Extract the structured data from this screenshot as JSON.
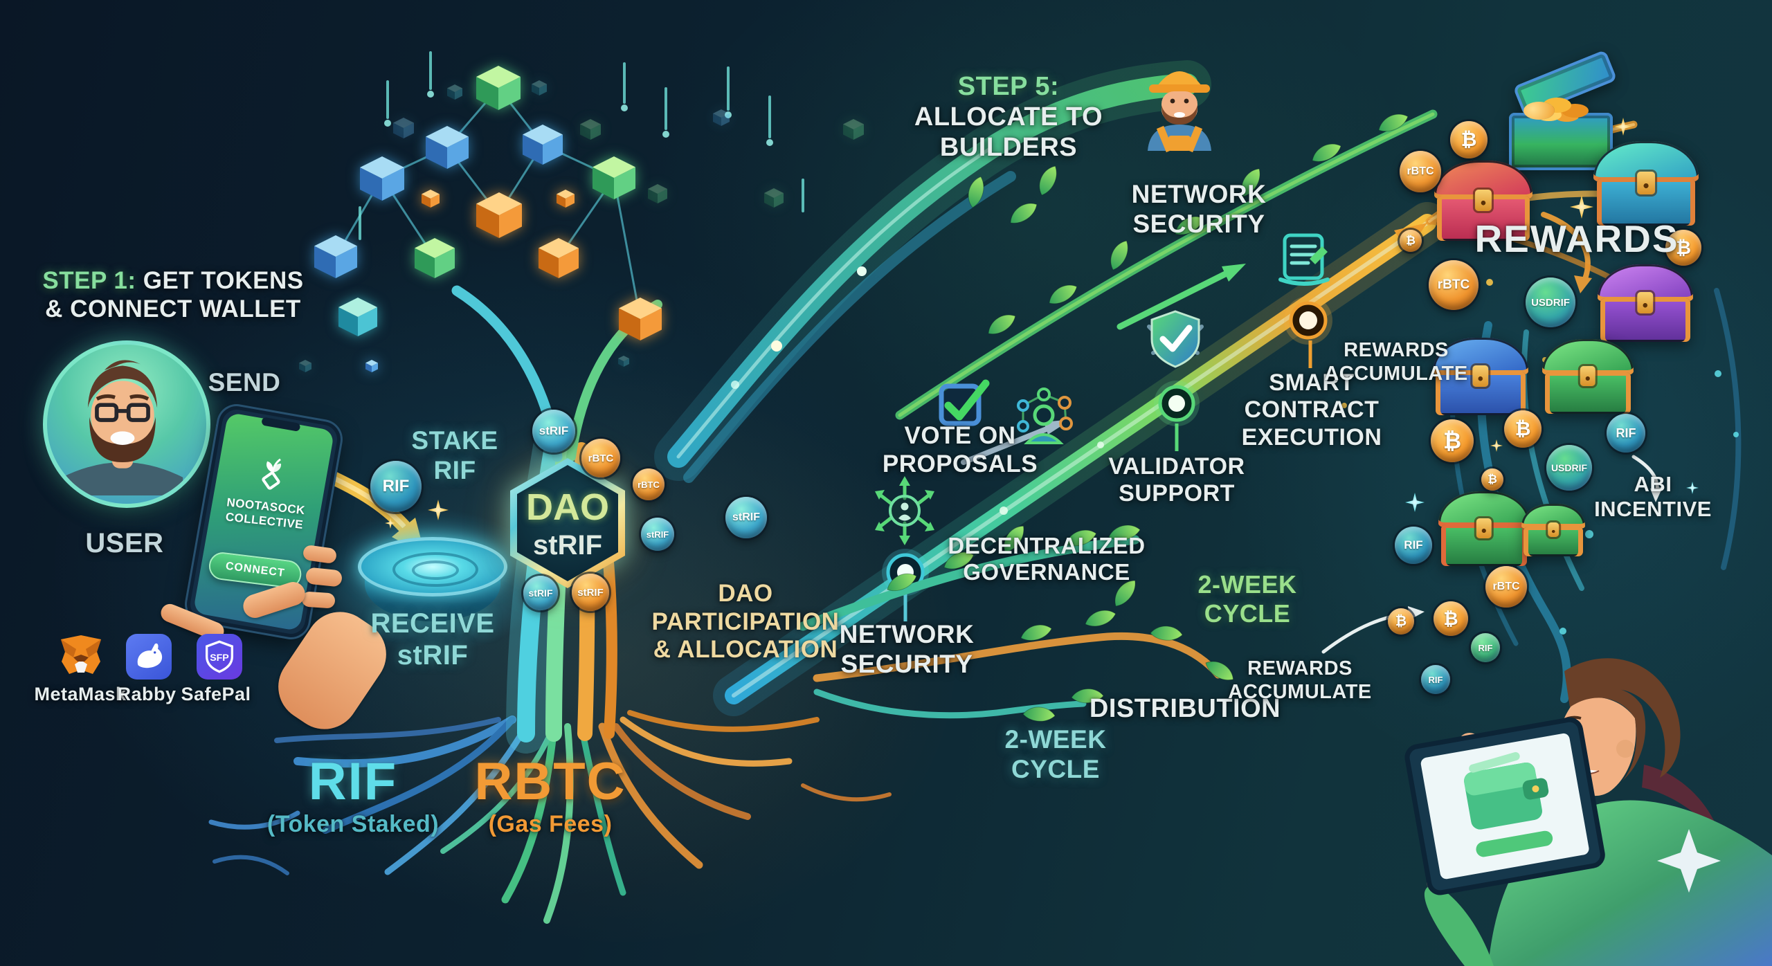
{
  "left": {
    "step1_highlight": "STEP 1:",
    "step1_rest": " GET TOKENS",
    "step1_line2": "& CONNECT WALLET",
    "send": "SEND",
    "user": "USER",
    "phone": {
      "line1": "NOOTASOCK",
      "line2": "COLLECTIVE",
      "connect": "CONNECT"
    },
    "wallets": [
      {
        "name": "MetaMask"
      },
      {
        "name": "Rabby"
      },
      {
        "name": "SafePal"
      }
    ]
  },
  "tree": {
    "stake_line1": "STAKE",
    "stake_line2": "RIF",
    "receive_line1": "RECEIVE",
    "receive_line2": "stRIF",
    "hex_line1": "DAO",
    "hex_line2": "stRIF",
    "root_left_title": "RIF",
    "root_left_sub": "(Token Staked)",
    "root_right_title": "RBTC",
    "root_right_sub": "(Gas Fees)"
  },
  "flow": {
    "dao_l1": "DAO",
    "dao_l2": "PARTICIPATION",
    "dao_l3": "& ALLOCATION",
    "network_security_l1": "NETWORK",
    "network_security_l2": "SECURITY",
    "vote_l1": "VOTE ON",
    "vote_l2": "PROPOSALS",
    "decentralized_l1": "DECENTRALIZED",
    "decentralized_l2": "GOVERNANCE",
    "step5_l1": "STEP 5:",
    "step5_l2": "ALLOCATE TO",
    "step5_l3": "BUILDERS",
    "network_security_top_l1": "NETWORK",
    "network_security_top_l2": "SECURITY",
    "validator_l1": "VALIDATOR",
    "validator_l2": "SUPPORT",
    "smart_l1": "SMART",
    "smart_l2": "CONTRACT",
    "smart_l3": "EXECUTION",
    "rewards_accumulate_l1": "REWARDS",
    "rewards_accumulate_l2": "ACCUMULATE",
    "two_week_l1": "2-WEEK",
    "two_week_l2": "CYCLE",
    "distribution": "DISTRIBUTION",
    "two_week_left_l1": "2-WEEK",
    "two_week_left_l2": "CYCLE",
    "rewards_accumulate_bottom_l1": "REWARDS",
    "rewards_accumulate_bottom_l2": "ACCUMULATE"
  },
  "rewards": {
    "title": "REWARDS",
    "abi_l1": "ABI",
    "abi_l2": "INCENTIVE"
  },
  "coins": [
    {
      "label": "RIF",
      "variant": "rif"
    },
    {
      "label": "stRIF",
      "variant": "teal"
    },
    {
      "label": "rBTC",
      "variant": "orange"
    },
    {
      "label": "rBTC",
      "variant": "orange"
    },
    {
      "label": "stRIF",
      "variant": "teal"
    },
    {
      "label": "stRIF",
      "variant": "teal"
    },
    {
      "label": "stRIF",
      "variant": "orange"
    },
    {
      "label": "stRIF",
      "variant": "teal"
    },
    {
      "label": "rBTC",
      "variant": "orange"
    },
    {
      "label": "₿",
      "variant": "btc"
    },
    {
      "label": "₿",
      "variant": "btc"
    },
    {
      "label": "rBTC",
      "variant": "orange"
    },
    {
      "label": "₿",
      "variant": "btc"
    },
    {
      "label": "USDRIF",
      "variant": "usdrif"
    },
    {
      "label": "₿",
      "variant": "btc"
    },
    {
      "label": "₿",
      "variant": "btc"
    },
    {
      "label": "₿",
      "variant": "btc"
    },
    {
      "label": "USDRIF",
      "variant": "usdrif"
    },
    {
      "label": "RIF",
      "variant": "rif"
    },
    {
      "label": "RIF",
      "variant": "rif"
    },
    {
      "label": "rBTC",
      "variant": "orange"
    },
    {
      "label": "₿",
      "variant": "btc"
    },
    {
      "label": "₿",
      "variant": "btc"
    },
    {
      "label": "RIF",
      "variant": "rifgreen"
    },
    {
      "label": "RIF",
      "variant": "rif"
    }
  ]
}
